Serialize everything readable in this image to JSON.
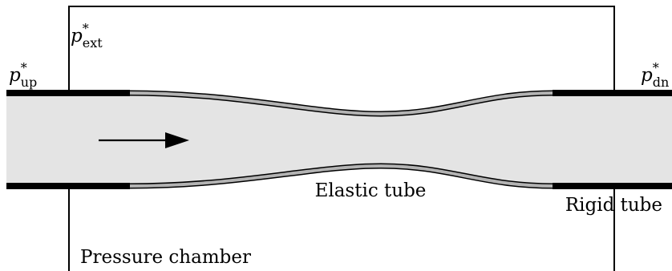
{
  "labels": {
    "p_ext": {
      "base": "p",
      "sup": "*",
      "sub": "ext"
    },
    "p_up": {
      "base": "p",
      "sup": "*",
      "sub": "up"
    },
    "p_dn": {
      "base": "p",
      "sup": "*",
      "sub": "dn"
    },
    "elastic_tube": "Elastic tube",
    "rigid_tube": "Rigid tube",
    "pressure_chamber": "Pressure chamber"
  },
  "colors": {
    "fluid_fill": "#e4e4e4",
    "elastic_wall": "#b3b3b3",
    "rigid_wall": "#000000",
    "outline": "#000000"
  },
  "icons": {
    "flow_direction": "right-arrow"
  }
}
